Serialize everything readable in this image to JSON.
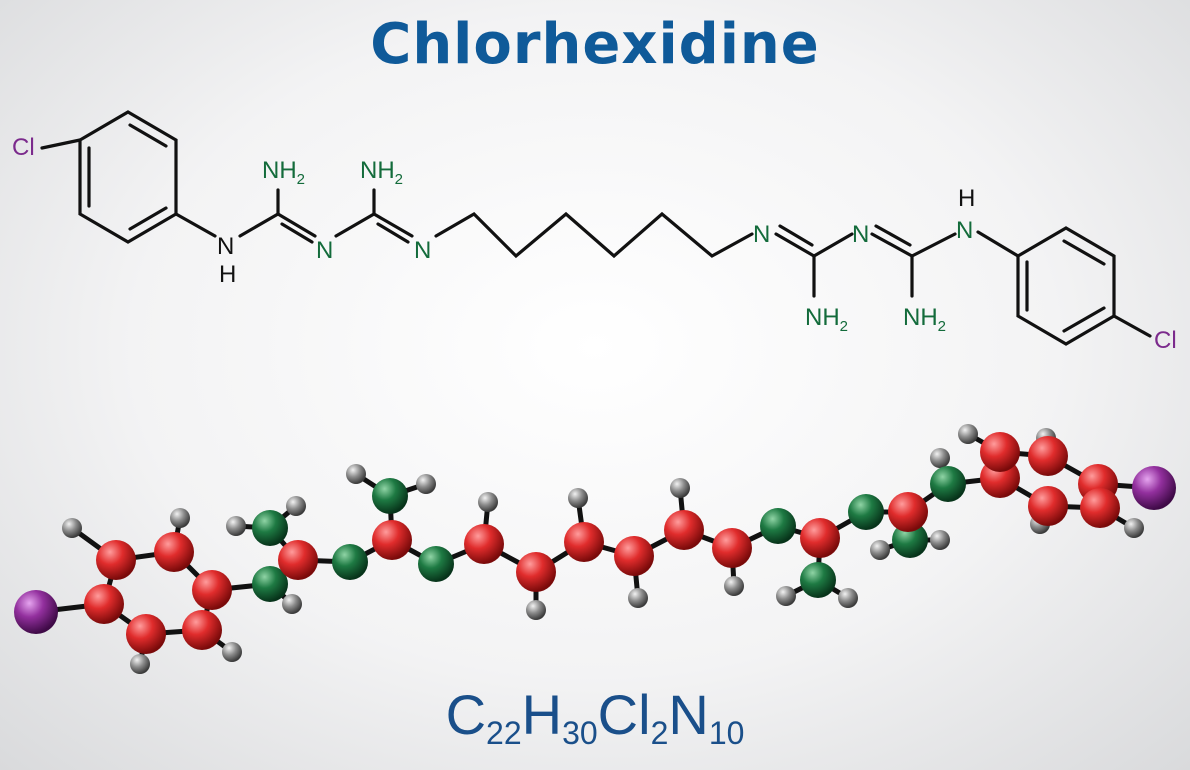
{
  "title": "Chlorhexidine",
  "formula": {
    "parts": [
      {
        "el": "C",
        "n": "22"
      },
      {
        "el": "H",
        "n": "30"
      },
      {
        "el": "Cl",
        "n": "2"
      },
      {
        "el": "N",
        "n": "10"
      }
    ]
  },
  "labels": {
    "chlorine": "Cl",
    "nitrogen": "N",
    "hydrogen": "H",
    "amine_base": "NH",
    "amine_sub": "2"
  },
  "colors": {
    "title": "#0f5a99",
    "formula": "#1a4f8a",
    "bond": "#111111",
    "nitrogen": "#136b3b",
    "chlorine": "#7b2a8c",
    "carbon_atom": "#d42a2a",
    "nitrogen_atom": "#1c6b3c",
    "hydrogen_atom": "#8a8a8a",
    "chlorine_atom": "#8e2a97"
  }
}
